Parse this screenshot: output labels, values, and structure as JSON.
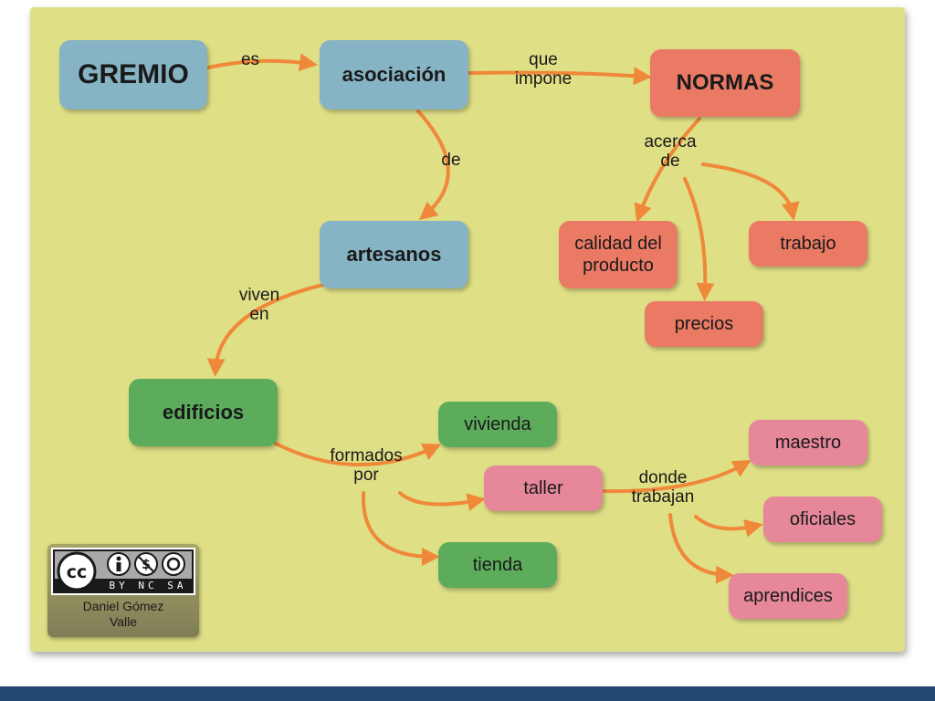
{
  "nodes": {
    "gremio": "GREMIO",
    "asociacion": "asociación",
    "normas": "NORMAS",
    "artesanos": "artesanos",
    "calidad": "calidad del\nproducto",
    "trabajo": "trabajo",
    "precios": "precios",
    "edificios": "edificios",
    "vivienda": "vivienda",
    "taller": "taller",
    "tienda": "tienda",
    "maestro": "maestro",
    "oficiales": "oficiales",
    "aprendices": "aprendices"
  },
  "links": {
    "es": "es",
    "que_impone": "que\nimpone",
    "de": "de",
    "acerca_de": "acerca\nde",
    "viven_en": "viven\nen",
    "formados_por": "formados\npor",
    "donde_trabajan": "donde\ntrabajan"
  },
  "license": {
    "badge": "BY NC SA",
    "author": "Daniel Gómez\nValle"
  },
  "colors": {
    "background": "#dfdf86",
    "arrow": "#f0883a",
    "blue_node": "#86b4c4",
    "salmon_node": "#ea7a64",
    "green_node": "#5cac5c",
    "pink_node": "#e6889a",
    "footer_bar": "#244a72"
  }
}
